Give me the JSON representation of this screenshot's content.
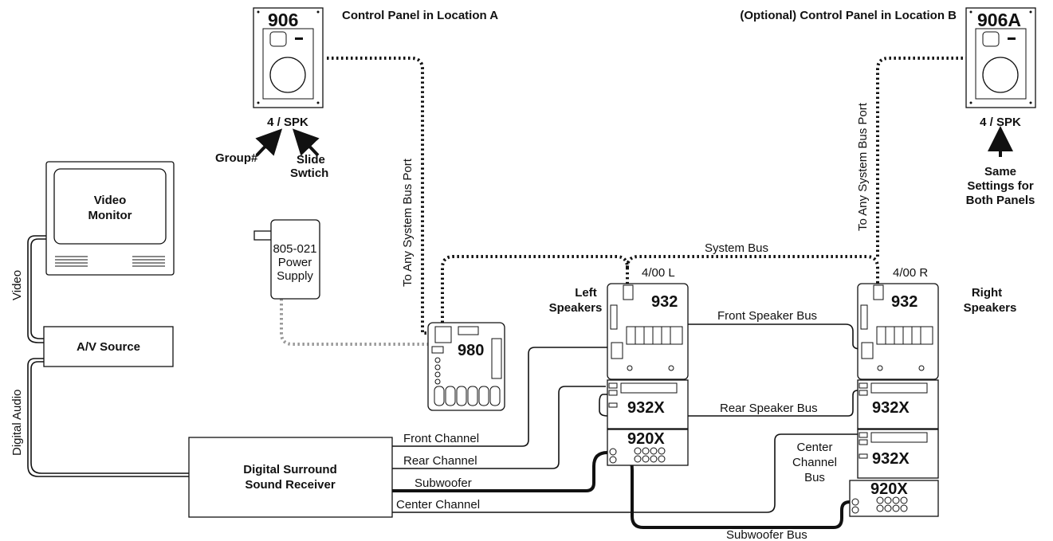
{
  "panel_a": {
    "model": "906",
    "title": "Control Panel in Location A",
    "setting": "4 / SPK",
    "arrow_group": "Group#",
    "arrow_slide": [
      "Slide",
      "Swtich"
    ]
  },
  "panel_b": {
    "model": "906A",
    "title": "(Optional) Control Panel in Location B",
    "setting": "4 / SPK",
    "note": [
      "Same",
      "Settings for",
      "Both Panels"
    ]
  },
  "bus_port_label": "To Any System Bus Port",
  "monitor": {
    "lines": [
      "Video",
      "Monitor"
    ]
  },
  "av_source": "A/V Source",
  "receiver": {
    "lines": [
      "Digital Surround",
      "Sound Receiver"
    ]
  },
  "power_supply": {
    "lines": [
      "805-021",
      "Power",
      "Supply"
    ]
  },
  "hub": "980",
  "left": {
    "label": [
      "Left",
      "Speakers"
    ],
    "address": "4/00 L",
    "module": "932",
    "expander": "932X",
    "sub": "920X"
  },
  "right": {
    "label": [
      "Right",
      "Speakers"
    ],
    "address": "4/00 R",
    "module": "932",
    "expander_1": "932X",
    "expander_2": "932X",
    "sub": "920X"
  },
  "wire_labels": {
    "video": "Video",
    "digital_audio": "Digital Audio",
    "system_bus": "System Bus",
    "front_speaker_bus": "Front Speaker Bus",
    "rear_speaker_bus": "Rear Speaker Bus",
    "center_channel_bus": [
      "Center",
      "Channel",
      "Bus"
    ],
    "subwoofer_bus": "Subwoofer Bus",
    "front_channel": "Front Channel",
    "rear_channel": "Rear Channel",
    "subwoofer": "Subwoofer",
    "center_channel": "Center Channel"
  }
}
